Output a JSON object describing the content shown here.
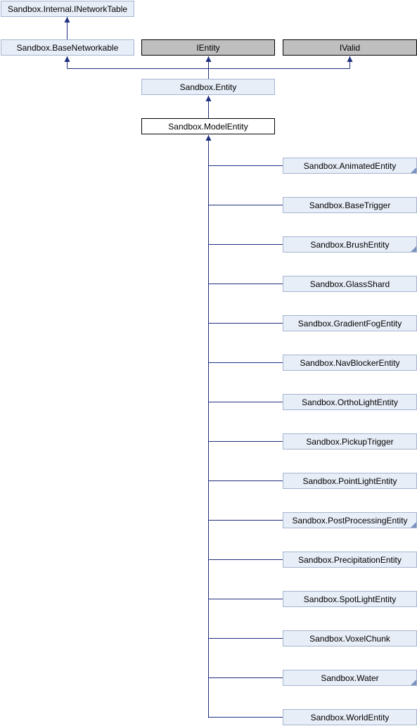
{
  "diagram": {
    "bases": {
      "inetworktable": "Sandbox.Internal.INetworkTable",
      "basenetworkable": "Sandbox.BaseNetworkable",
      "ientity": "IEntity",
      "ivalid": "IValid",
      "entity": "Sandbox.Entity",
      "modelentity": "Sandbox.ModelEntity"
    },
    "derived": [
      {
        "label": "Sandbox.AnimatedEntity",
        "has_more": true
      },
      {
        "label": "Sandbox.BaseTrigger",
        "has_more": false
      },
      {
        "label": "Sandbox.BrushEntity",
        "has_more": true
      },
      {
        "label": "Sandbox.GlassShard",
        "has_more": false
      },
      {
        "label": "Sandbox.GradientFogEntity",
        "has_more": false
      },
      {
        "label": "Sandbox.NavBlockerEntity",
        "has_more": false
      },
      {
        "label": "Sandbox.OrthoLightEntity",
        "has_more": false
      },
      {
        "label": "Sandbox.PickupTrigger",
        "has_more": false
      },
      {
        "label": "Sandbox.PointLightEntity",
        "has_more": false
      },
      {
        "label": "Sandbox.PostProcessingEntity",
        "has_more": true
      },
      {
        "label": "Sandbox.PrecipitationEntity",
        "has_more": false
      },
      {
        "label": "Sandbox.SpotLightEntity",
        "has_more": false
      },
      {
        "label": "Sandbox.VoxelChunk",
        "has_more": false
      },
      {
        "label": "Sandbox.Water",
        "has_more": true
      },
      {
        "label": "Sandbox.WorldEntity",
        "has_more": false
      }
    ],
    "colors": {
      "edge": "#1f2f7d",
      "node_fill": "#e8eef8",
      "node_border": "#a6b4d0",
      "external_fill": "#bfbfbf",
      "current_fill": "#ffffff"
    }
  }
}
